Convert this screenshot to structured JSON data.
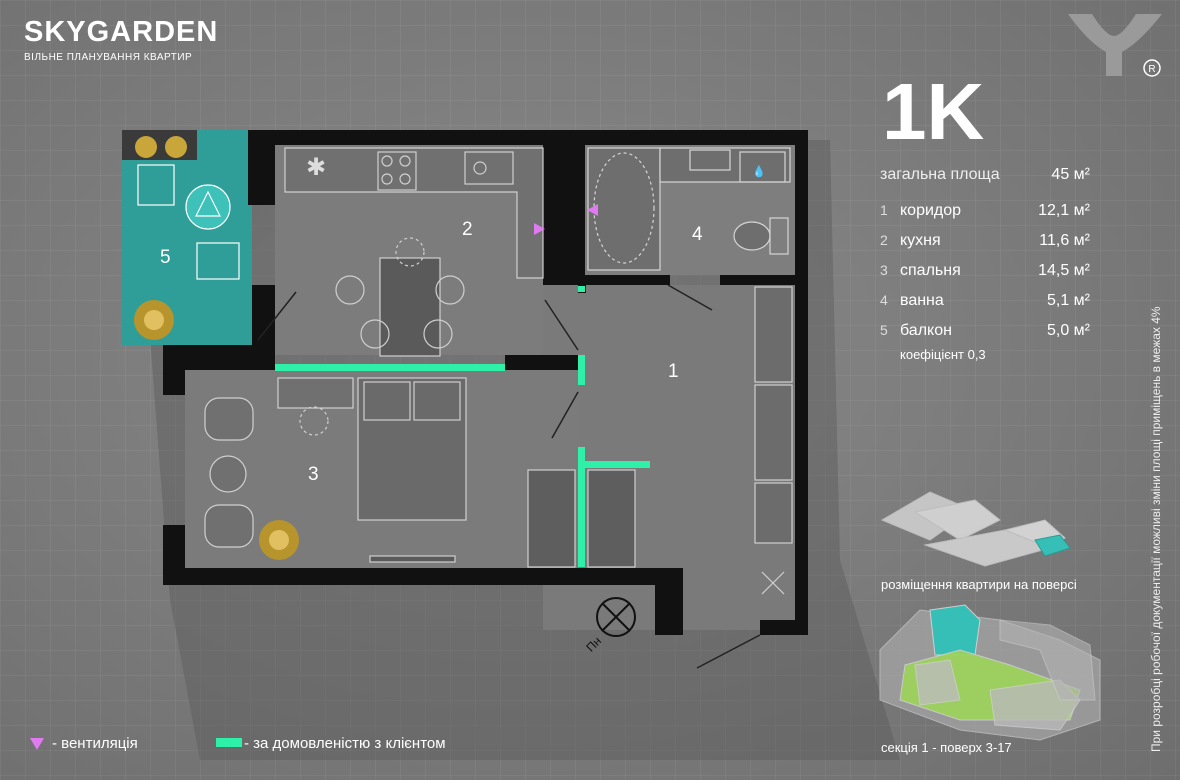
{
  "brand": {
    "name": "SKYGARDEN",
    "subtitle": "ВІЛЬНЕ ПЛАНУВАННЯ КВАРТИР"
  },
  "apartment": {
    "type": "1K",
    "total_label": "загальна площа",
    "total_value": "45 м²",
    "rooms": [
      {
        "num": "1",
        "name": "коридор",
        "area": "12,1 м²"
      },
      {
        "num": "2",
        "name": "кухня",
        "area": "11,6 м²"
      },
      {
        "num": "3",
        "name": "спальня",
        "area": "14,5 м²"
      },
      {
        "num": "4",
        "name": "ванна",
        "area": "5,1 м²"
      },
      {
        "num": "5",
        "name": "балкон",
        "area": "5,0 м²"
      }
    ],
    "coefficient": "коефіцієнт 0,3"
  },
  "plan_labels": {
    "r1": "1",
    "r2": "2",
    "r3": "3",
    "r4": "4",
    "r5": "5",
    "compass": "Пн"
  },
  "legend": {
    "ventilation": "- вентиляція",
    "by_agreement": "- за домовленістю з клієнтом"
  },
  "schemes": {
    "floor_caption": "розміщення квартири на поверсі",
    "section_caption": "секція 1 - поверх 3-17"
  },
  "disclaimer": "При розробці робочої документації можливі зміни площі приміщень в межах 4%",
  "colors": {
    "accent": "#2ef0a8",
    "ventilation": "#e07af0",
    "wall": "#111111",
    "balcony": "#2f9e98",
    "highlight": "#36bfb7",
    "green": "#9ed45a"
  }
}
